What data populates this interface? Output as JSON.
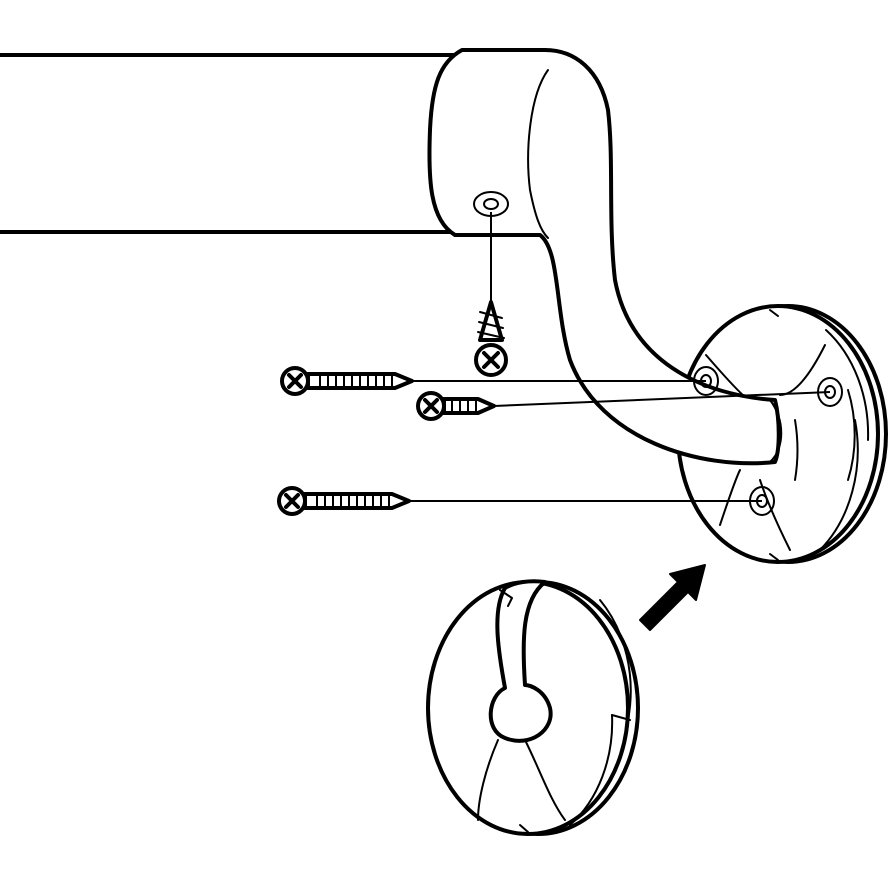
{
  "colors": {
    "background": "#ffffff",
    "line": "#000000",
    "arrow": "#000000"
  },
  "components": {
    "handrail": "handrail-tube",
    "elbow": "bracket-elbow",
    "wall_plate": "wall-mounting-plate",
    "cover_plate": "split-cover-plate",
    "small_screw": "rail-fixing-screw",
    "long_screws": "wall-screw",
    "short_screw": "plate-screw",
    "arrow": "install-direction-arrow"
  },
  "screw_count": 4
}
